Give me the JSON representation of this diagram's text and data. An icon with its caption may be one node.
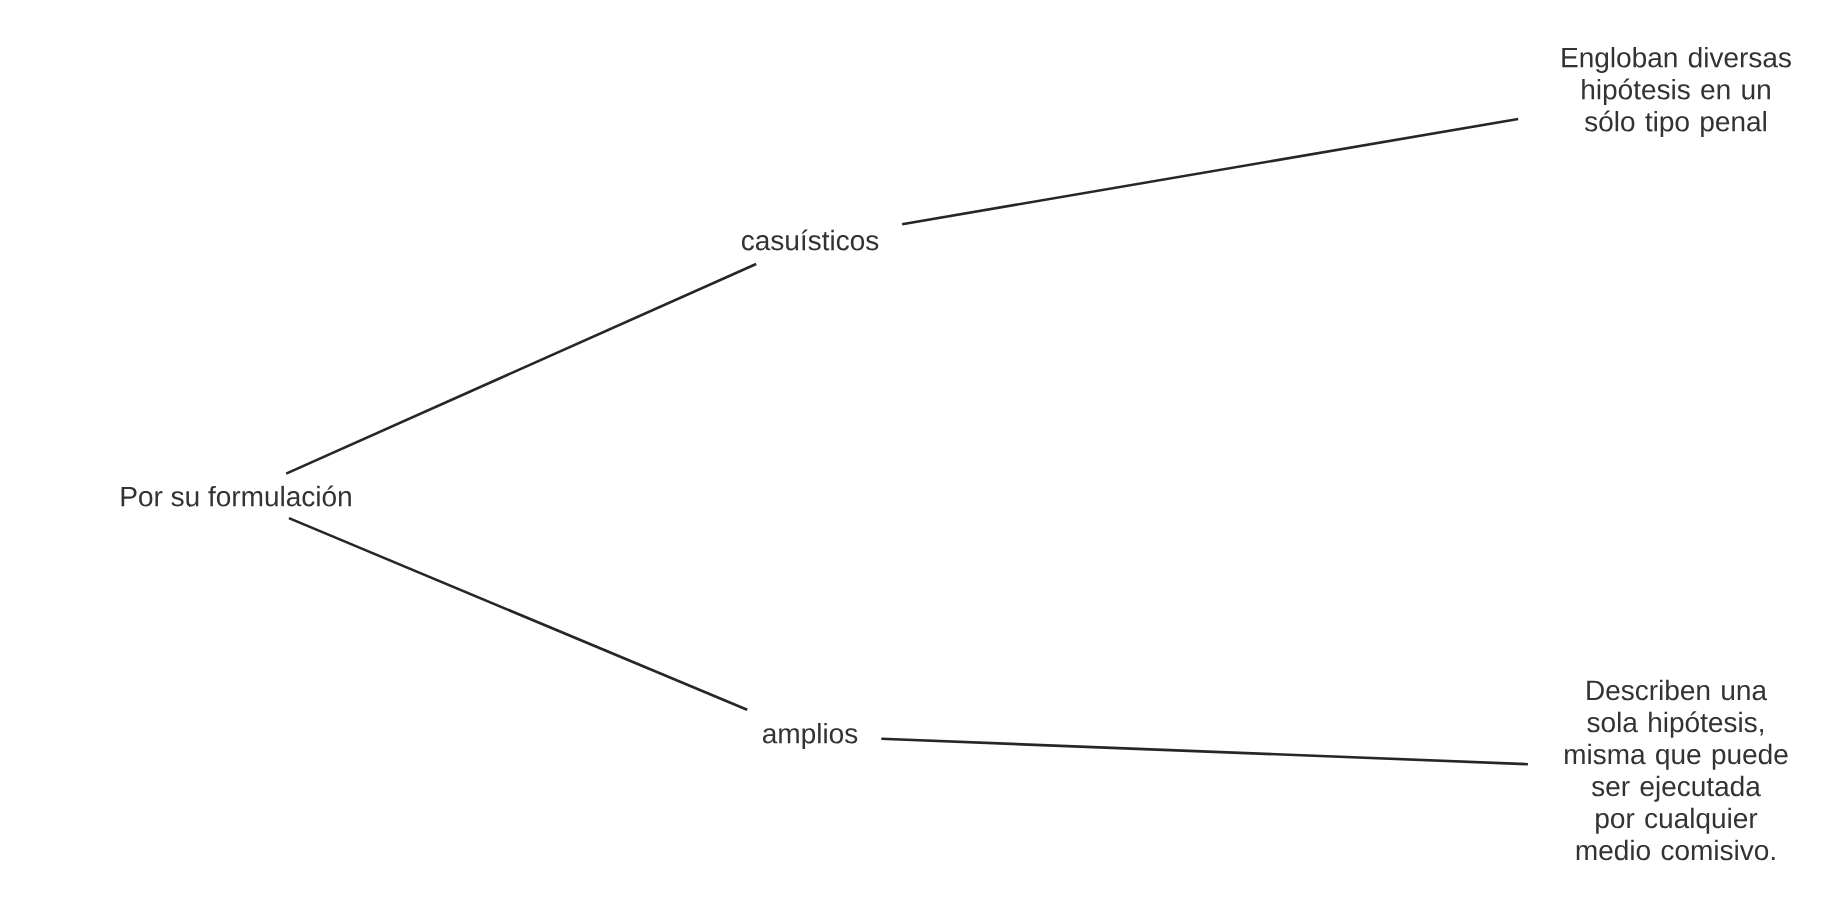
{
  "diagram": {
    "nodes": [
      {
        "text": [
          "Por su formulación"
        ]
      },
      {
        "text": [
          "casuísticos"
        ]
      },
      {
        "text": [
          "amplios"
        ]
      },
      {
        "text": [
          "Engloban diversas hipótesis en un sólo tipo penal"
        ]
      },
      {
        "text": [
          "Describen una sola hipótesis, misma que puede ser ejecutada por cualquier medio comisivo."
        ]
      }
    ],
    "edges": [
      {
        "from": 0,
        "to": 1,
        "arrow": "none"
      },
      {
        "from": 0,
        "to": 2,
        "arrow": "none"
      },
      {
        "from": 1,
        "to": 3,
        "arrow": "none"
      },
      {
        "from": 2,
        "to": 4,
        "arrow": "none"
      }
    ]
  }
}
